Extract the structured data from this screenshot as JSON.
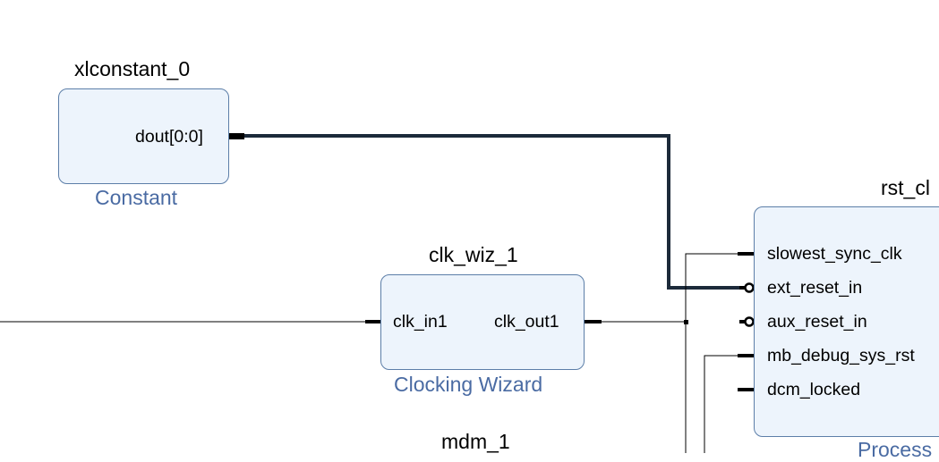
{
  "colors": {
    "block_fill": "#edf4fc",
    "block_border": "#5c7ea8",
    "type_label": "#4a6ba3",
    "bus_wire": "#1c2a3a",
    "net_wire": "#000000"
  },
  "blocks": {
    "constant": {
      "instance": "xlconstant_0",
      "type": "Constant",
      "ports": {
        "dout": "dout[0:0]"
      }
    },
    "clk_wiz": {
      "instance": "clk_wiz_1",
      "type": "Clocking Wizard",
      "ports": {
        "clk_in": "clk_in1",
        "clk_out": "clk_out1"
      }
    },
    "rst": {
      "instance": "rst_cl",
      "type": "Process",
      "ports": {
        "slowest_sync_clk": "slowest_sync_clk",
        "ext_reset_in": "ext_reset_in",
        "aux_reset_in": "aux_reset_in",
        "mb_debug_sys_rst": "mb_debug_sys_rst",
        "dcm_locked": "dcm_locked"
      }
    },
    "mdm": {
      "instance": "mdm_1"
    }
  }
}
